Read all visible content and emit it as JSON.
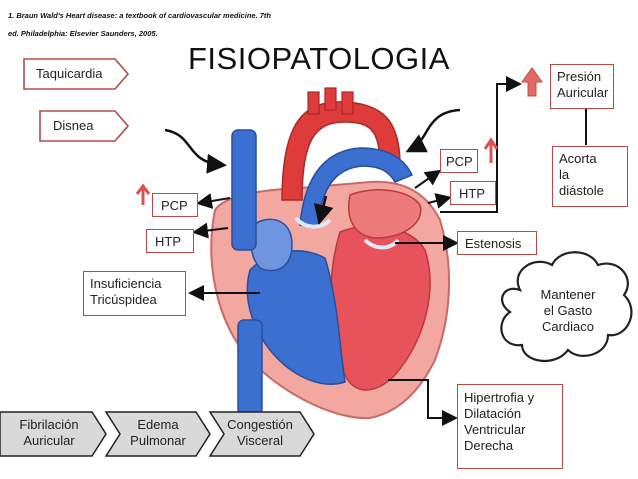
{
  "reference": {
    "line1": "1.  Braun Wald's Heart disease: a textbook of cardiovascular medicine. 7th",
    "line2": "ed. Philadelphia: Elsevier Saunders, 2005."
  },
  "title": "FISIOPATOLOGIA",
  "left_labels": {
    "taquicardia": "Taquicardia",
    "disnea": "Disnea",
    "pcp_left": "PCP",
    "htp_left": "HTP",
    "insuficiencia": [
      "Insuficiencia",
      "Tricúspidea"
    ]
  },
  "right_labels": {
    "pcp_right": "PCP",
    "htp_right": "HTP",
    "presion": [
      "Presión",
      "Auricular"
    ],
    "acorta": [
      "Acorta",
      "la",
      "diástole"
    ],
    "estenosis": "Estenosis",
    "mantener": [
      "Mantener",
      "el Gasto",
      "Cardiaco"
    ],
    "hipertrofia": [
      "Hipertrofia y",
      "Dilatación",
      "Ventricular",
      "Derecha"
    ]
  },
  "bottom_chevrons": [
    {
      "lines": [
        "Fibrilación",
        "Auricular"
      ]
    },
    {
      "lines": [
        "Edema",
        "Pulmonar"
      ]
    },
    {
      "lines": [
        "Congestión",
        "Visceral"
      ]
    }
  ],
  "colors": {
    "box_border": "#b84a4a",
    "up_arrow": "#d9534f",
    "chevron_fill": "#d9d9d9",
    "vein_blue": "#3b6fd0",
    "artery_red": "#e03b3b",
    "heart_pink": "#f2a7a0"
  },
  "icons": [
    "up-arrow-icon",
    "curved-arrow-icon",
    "cloud-shape"
  ]
}
